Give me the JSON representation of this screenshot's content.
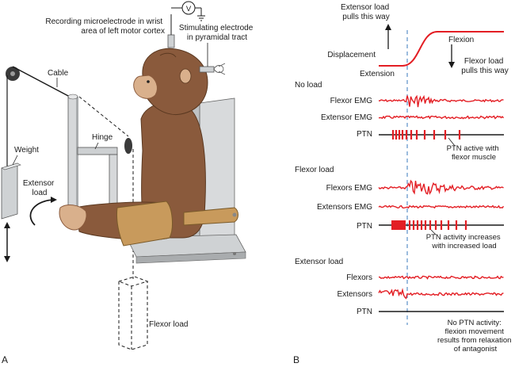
{
  "panel_a": {
    "letter": "A",
    "recording_label": [
      "Recording microelectrode in wrist",
      "area of left motor cortex"
    ],
    "voltmeter_symbol": "V",
    "stim_label": [
      "Stimulating electrode",
      "in pyramidal tract"
    ],
    "cable_label": "Cable",
    "hinge_label": "Hinge",
    "weight_label": "Weight",
    "extensor_load_label": [
      "Extensor",
      "load"
    ],
    "flexor_load_label": "Flexor load"
  },
  "panel_b": {
    "letter": "B",
    "extensor_pull_label": [
      "Extensor load",
      "pulls this way"
    ],
    "flexor_pull_label": [
      "Flexor load",
      "pulls this way"
    ],
    "displacement_label": "Displacement",
    "flexion_label": "Flexion",
    "extension_label": "Extension",
    "conditions": [
      {
        "title": "No load",
        "traces": [
          "Flexor EMG",
          "Extensor EMG",
          "PTN"
        ],
        "note": [
          "PTN active with",
          "flexor muscle"
        ]
      },
      {
        "title": "Flexor load",
        "traces": [
          "Flexors EMG",
          "Extensors EMG",
          "PTN"
        ],
        "note": [
          "PTN activity increases",
          "with increased load"
        ]
      },
      {
        "title": "Extensor load",
        "traces": [
          "Flexors",
          "Extensors",
          "PTN"
        ],
        "note": [
          "No PTN activity:",
          "flexion movement",
          "results from relaxation",
          "of antagonist"
        ]
      }
    ]
  },
  "colors": {
    "trace_red": "#e31e24",
    "dashed_blue": "#5b8fc9",
    "fur_brown": "#8a5a3c",
    "fur_dark": "#6b4329",
    "skin": "#d9b08c",
    "metal": "#c9ccce",
    "cuff": "#c89a5c"
  }
}
